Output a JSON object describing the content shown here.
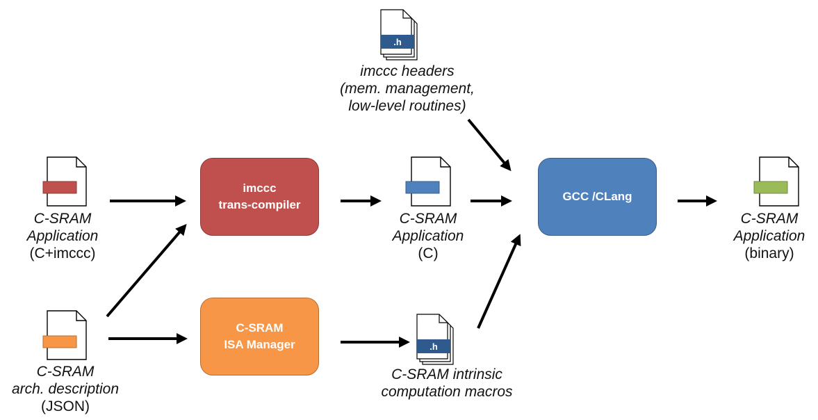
{
  "colors": {
    "red": "#c0504d",
    "orange": "#f79646",
    "blue": "#4f81bd",
    "green": "#9bbb59",
    "header_blue": "#2e5a8e"
  },
  "icons": {
    "document": "document-icon",
    "header_stack": "header-files-icon",
    "arrow": "arrow-icon"
  },
  "header_ext": ".h",
  "headers": {
    "line1": "imccc headers",
    "line2": "(mem. management,",
    "line3": "low-level routines)"
  },
  "input_app": {
    "line1": "C-SRAM",
    "line2": "Application",
    "line3": "(C+imccc)"
  },
  "arch": {
    "line1": "C-SRAM",
    "line2": "arch. description",
    "line3": "(JSON)"
  },
  "transcompiler": {
    "line1": "imccc",
    "line2": "trans-compiler"
  },
  "isa_manager": {
    "line1": "C-SRAM",
    "line2": "ISA Manager"
  },
  "c_app": {
    "line1": "C-SRAM",
    "line2": "Application",
    "line3": "(C)"
  },
  "macros": {
    "line1": "C-SRAM intrinsic",
    "line2": "computation macros"
  },
  "compiler": {
    "label": "GCC /CLang"
  },
  "binary_app": {
    "line1": "C-SRAM",
    "line2": "Application",
    "line3": "(binary)"
  }
}
